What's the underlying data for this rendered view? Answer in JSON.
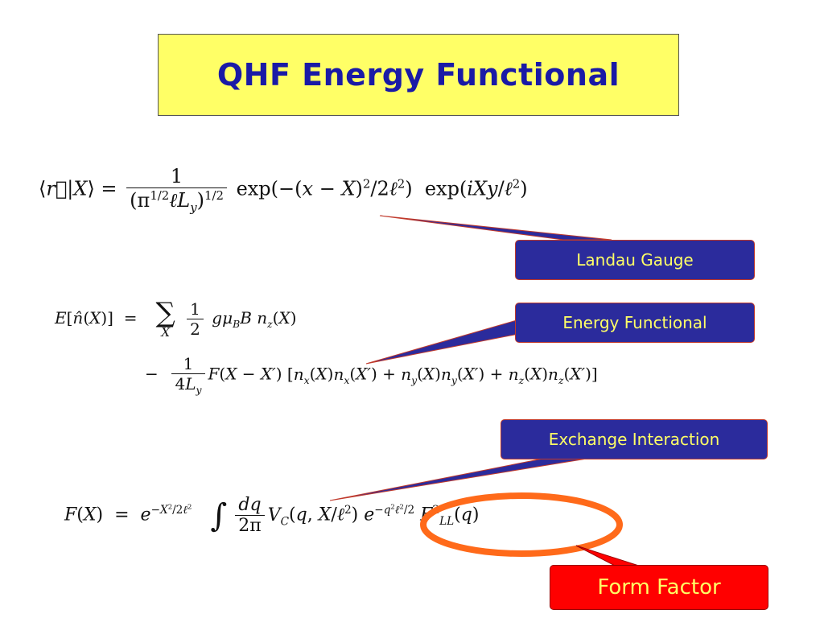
{
  "title": "QHF Energy Functional",
  "callouts": {
    "landau": "Landau Gauge",
    "energy": "Energy Functional",
    "exchange": "Exchange Interaction",
    "form_factor": "Form Factor"
  },
  "colors": {
    "title_bg": "#ffff66",
    "title_text": "#1a1aa6",
    "callout_blue": "#2b2b9c",
    "callout_red": "#ff0000",
    "callout_text": "#ffff66",
    "highlight_ellipse": "#ff6a1a"
  }
}
